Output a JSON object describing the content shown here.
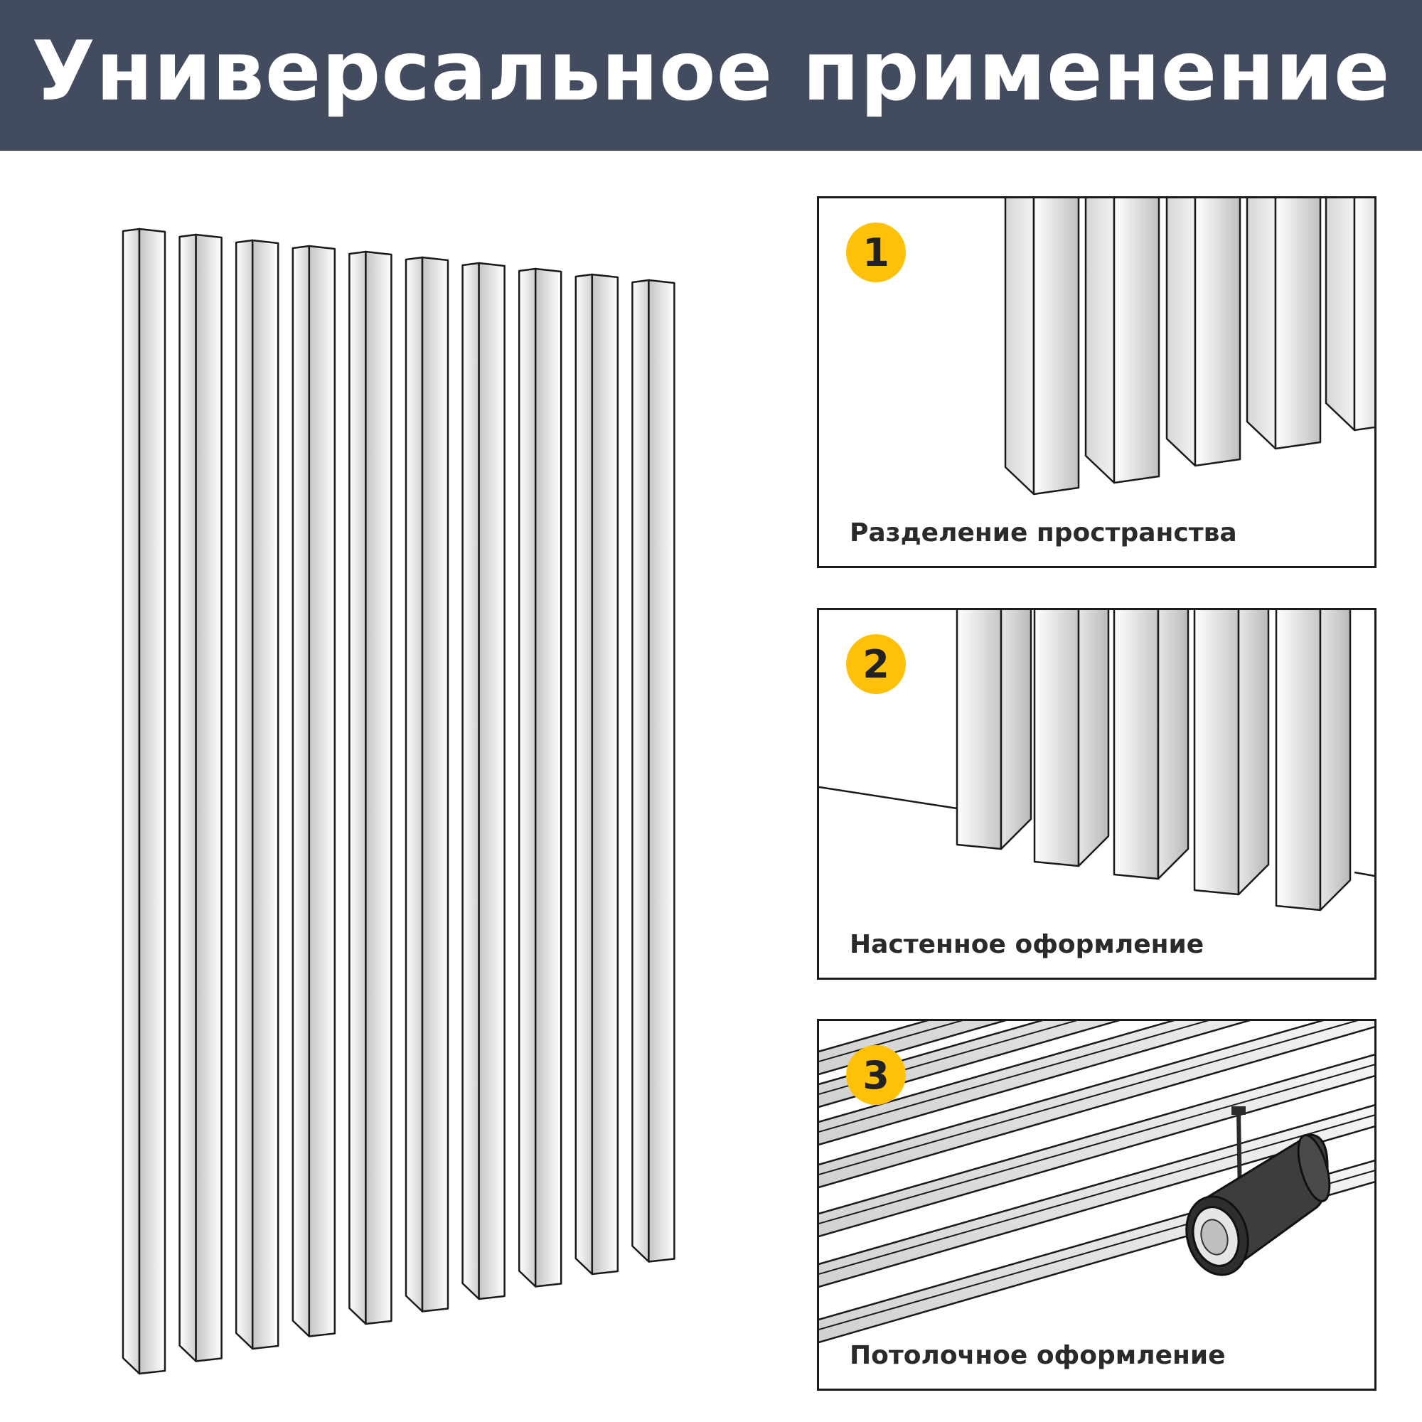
{
  "header": {
    "title": "Универсальное применение"
  },
  "panels": [
    {
      "number": "1",
      "caption": "Разделение пространства"
    },
    {
      "number": "2",
      "caption": "Настенное оформление"
    },
    {
      "number": "3",
      "caption": "Потолочное оформление"
    }
  ],
  "colors": {
    "header_bg": "#434c5e",
    "badge": "#ffc107",
    "outline": "#1a1a1a",
    "lamp": "#3a3a3a"
  },
  "icons": [
    "track-spotlight-icon"
  ]
}
